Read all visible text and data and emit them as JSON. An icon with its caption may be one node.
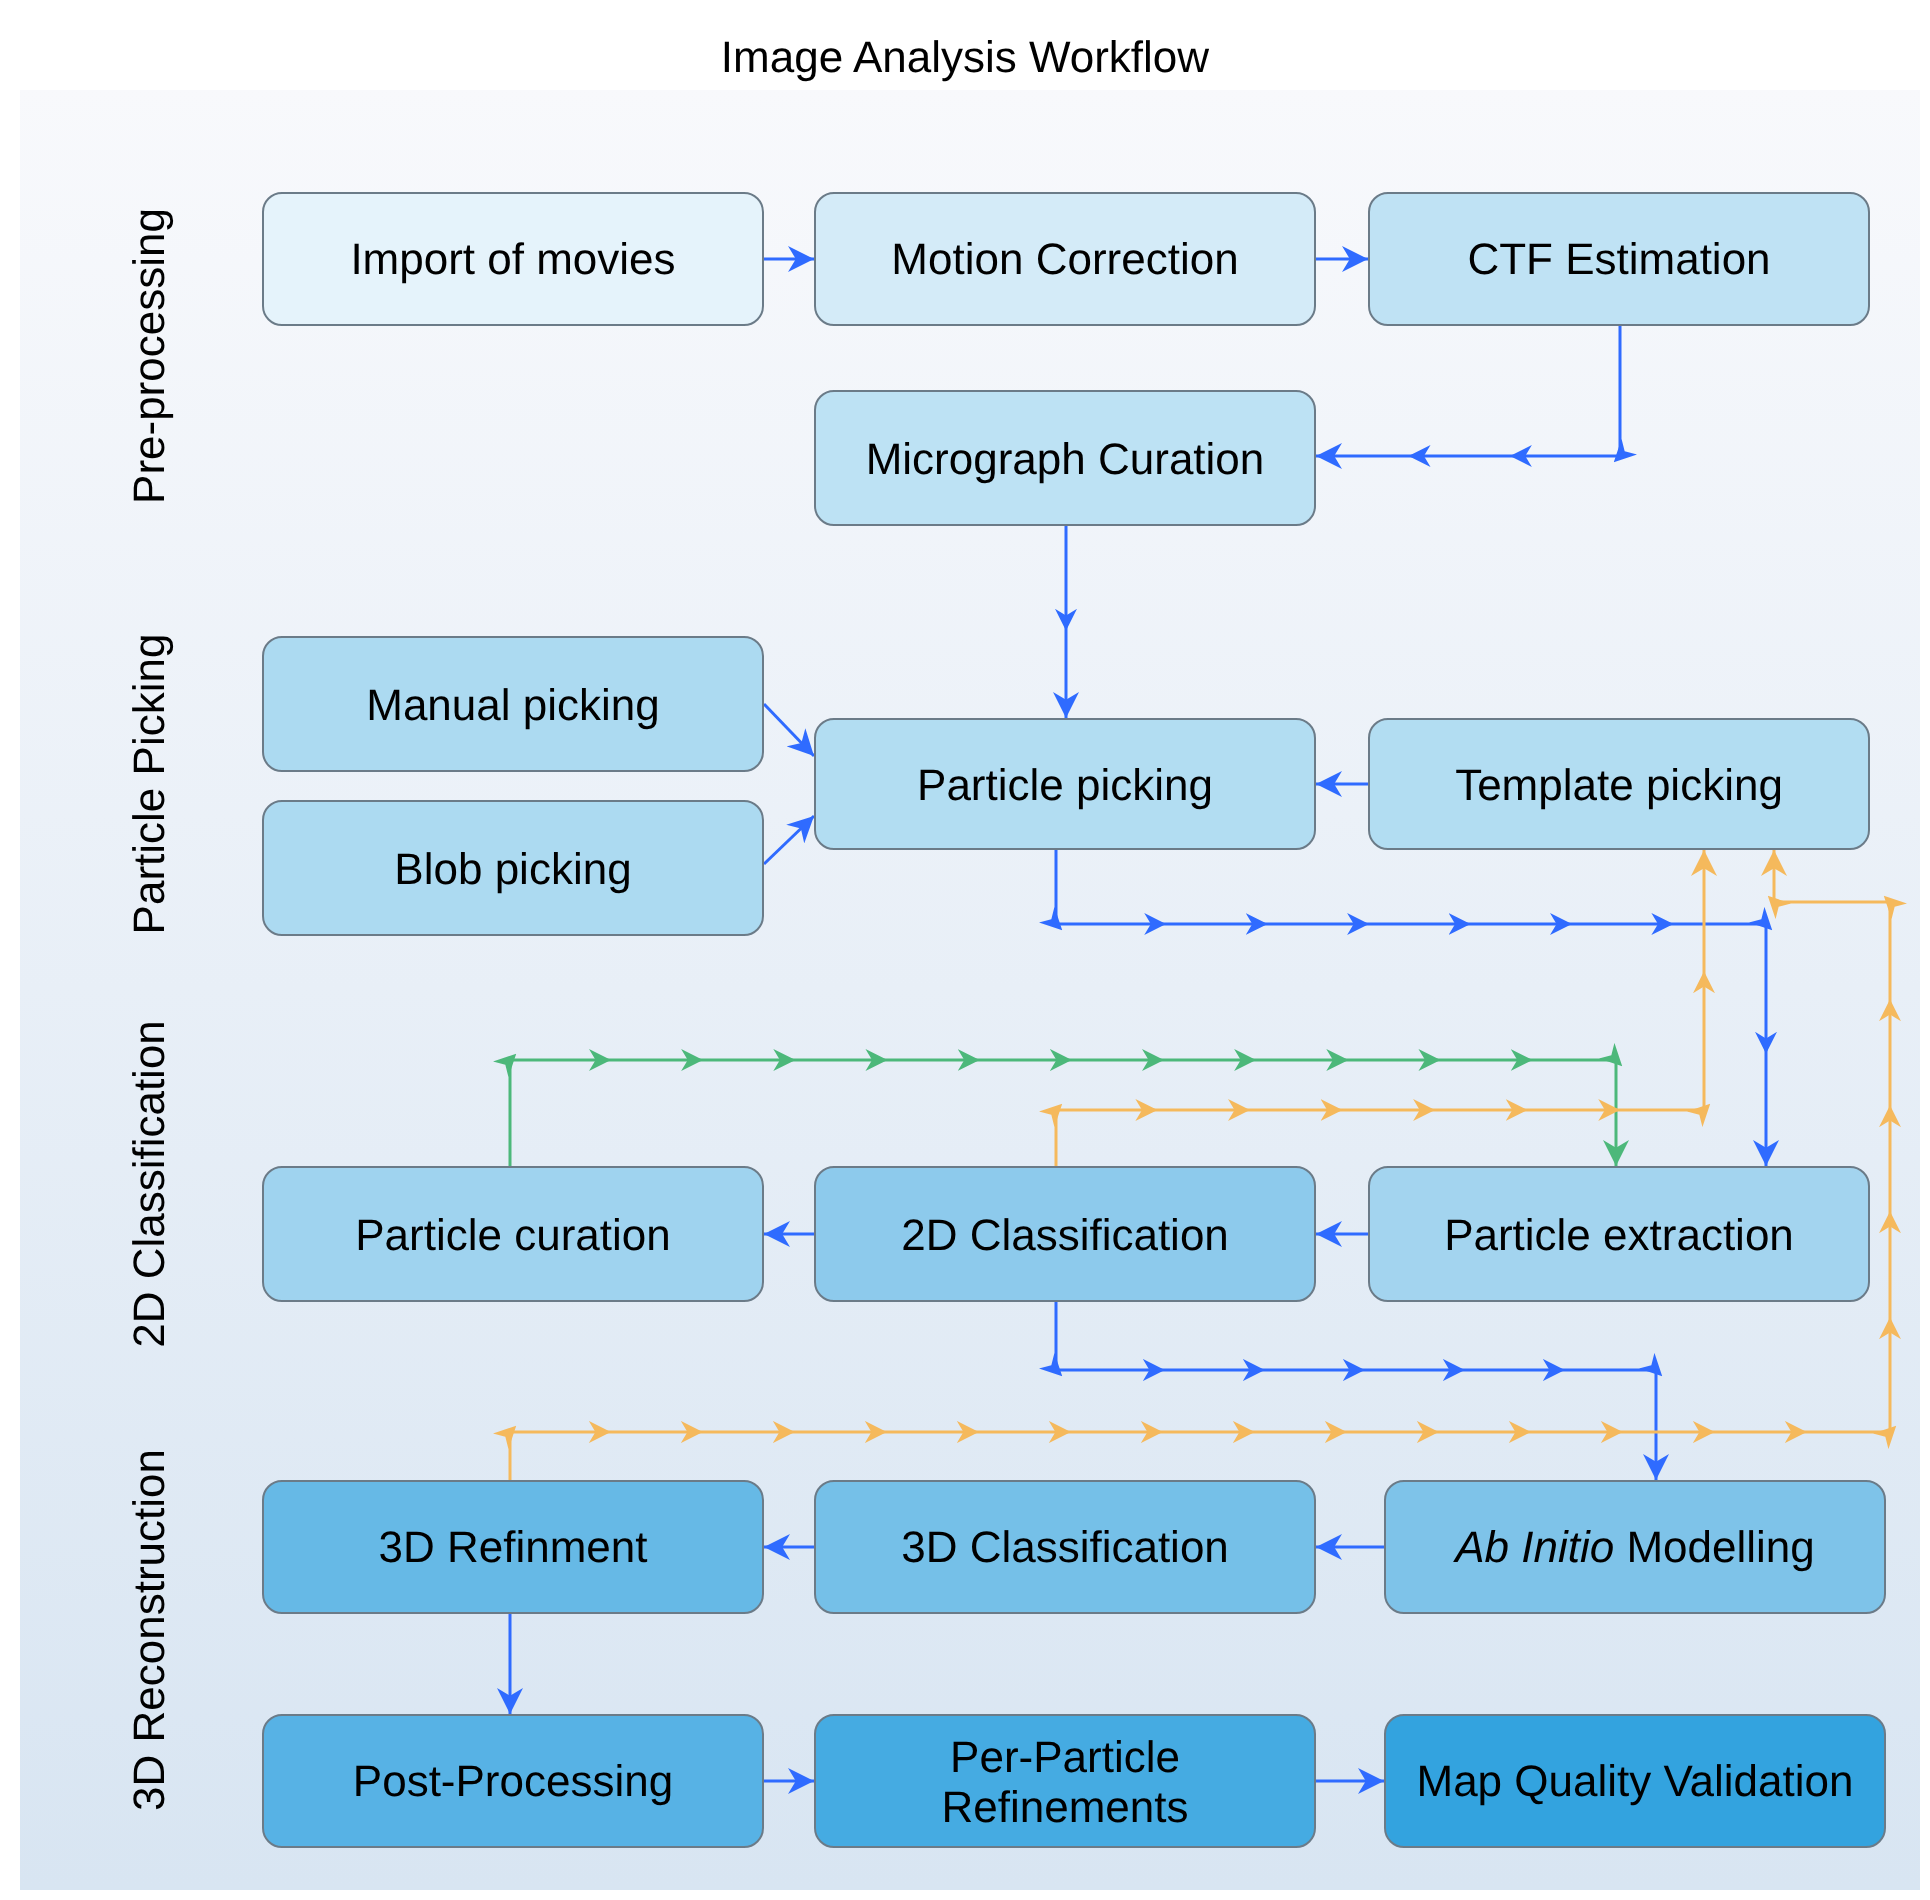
{
  "diagram": {
    "title": "Image Analysis Workflow",
    "nodes": [
      {
        "text": [
          "Import of movies"
        ]
      },
      {
        "text": [
          "Motion Correction"
        ]
      },
      {
        "text": [
          "CTF Estimation"
        ]
      },
      {
        "text": [
          "Micrograph Curation"
        ]
      },
      {
        "text": [
          "Manual picking"
        ]
      },
      {
        "text": [
          "Blob picking"
        ]
      },
      {
        "text": [
          "Particle picking"
        ]
      },
      {
        "text": [
          "Template picking"
        ]
      },
      {
        "text": [
          "Particle curation"
        ]
      },
      {
        "text": [
          "2D Classification"
        ]
      },
      {
        "text": [
          "Particle extraction"
        ]
      },
      {
        "text": [
          "3D Refinment"
        ]
      },
      {
        "text": [
          "3D Classification"
        ]
      },
      {
        "text": [
          "*Ab Initio* Modelling"
        ]
      },
      {
        "text": [
          "Post-Processing"
        ]
      },
      {
        "text": [
          "Per-Particle Refinements"
        ]
      },
      {
        "text": [
          "Map Quality Validation"
        ]
      }
    ],
    "edges": [
      {
        "from": 0,
        "to": 1,
        "arrow": "to"
      },
      {
        "from": 1,
        "to": 2,
        "arrow": "to"
      },
      {
        "from": 2,
        "to": 3,
        "arrow": "to"
      },
      {
        "from": 3,
        "to": 6,
        "arrow": "to"
      },
      {
        "from": 4,
        "to": 6,
        "arrow": "to"
      },
      {
        "from": 5,
        "to": 6,
        "arrow": "to"
      },
      {
        "from": 7,
        "to": 6,
        "arrow": "to"
      },
      {
        "from": 6,
        "to": 10,
        "arrow": "to"
      },
      {
        "from": 8,
        "to": 10,
        "arrow": "to",
        "color": "#4cb87a"
      },
      {
        "from": 9,
        "to": 7,
        "arrow": "to",
        "color": "#f5b95c"
      },
      {
        "from": 10,
        "to": 9,
        "arrow": "to"
      },
      {
        "from": 9,
        "to": 8,
        "arrow": "to"
      },
      {
        "from": 9,
        "to": 13,
        "arrow": "to"
      },
      {
        "from": 11,
        "to": 7,
        "arrow": "to",
        "color": "#f5b95c"
      },
      {
        "from": 13,
        "to": 12,
        "arrow": "to"
      },
      {
        "from": 12,
        "to": 11,
        "arrow": "to"
      },
      {
        "from": 11,
        "to": 14,
        "arrow": "to"
      },
      {
        "from": 14,
        "to": 15,
        "arrow": "to"
      },
      {
        "from": 15,
        "to": 16,
        "arrow": "to"
      }
    ],
    "labels": [
      "Pre-processing",
      "Particle Picking",
      "2D Classification",
      "3D Reconstruction"
    ]
  }
}
